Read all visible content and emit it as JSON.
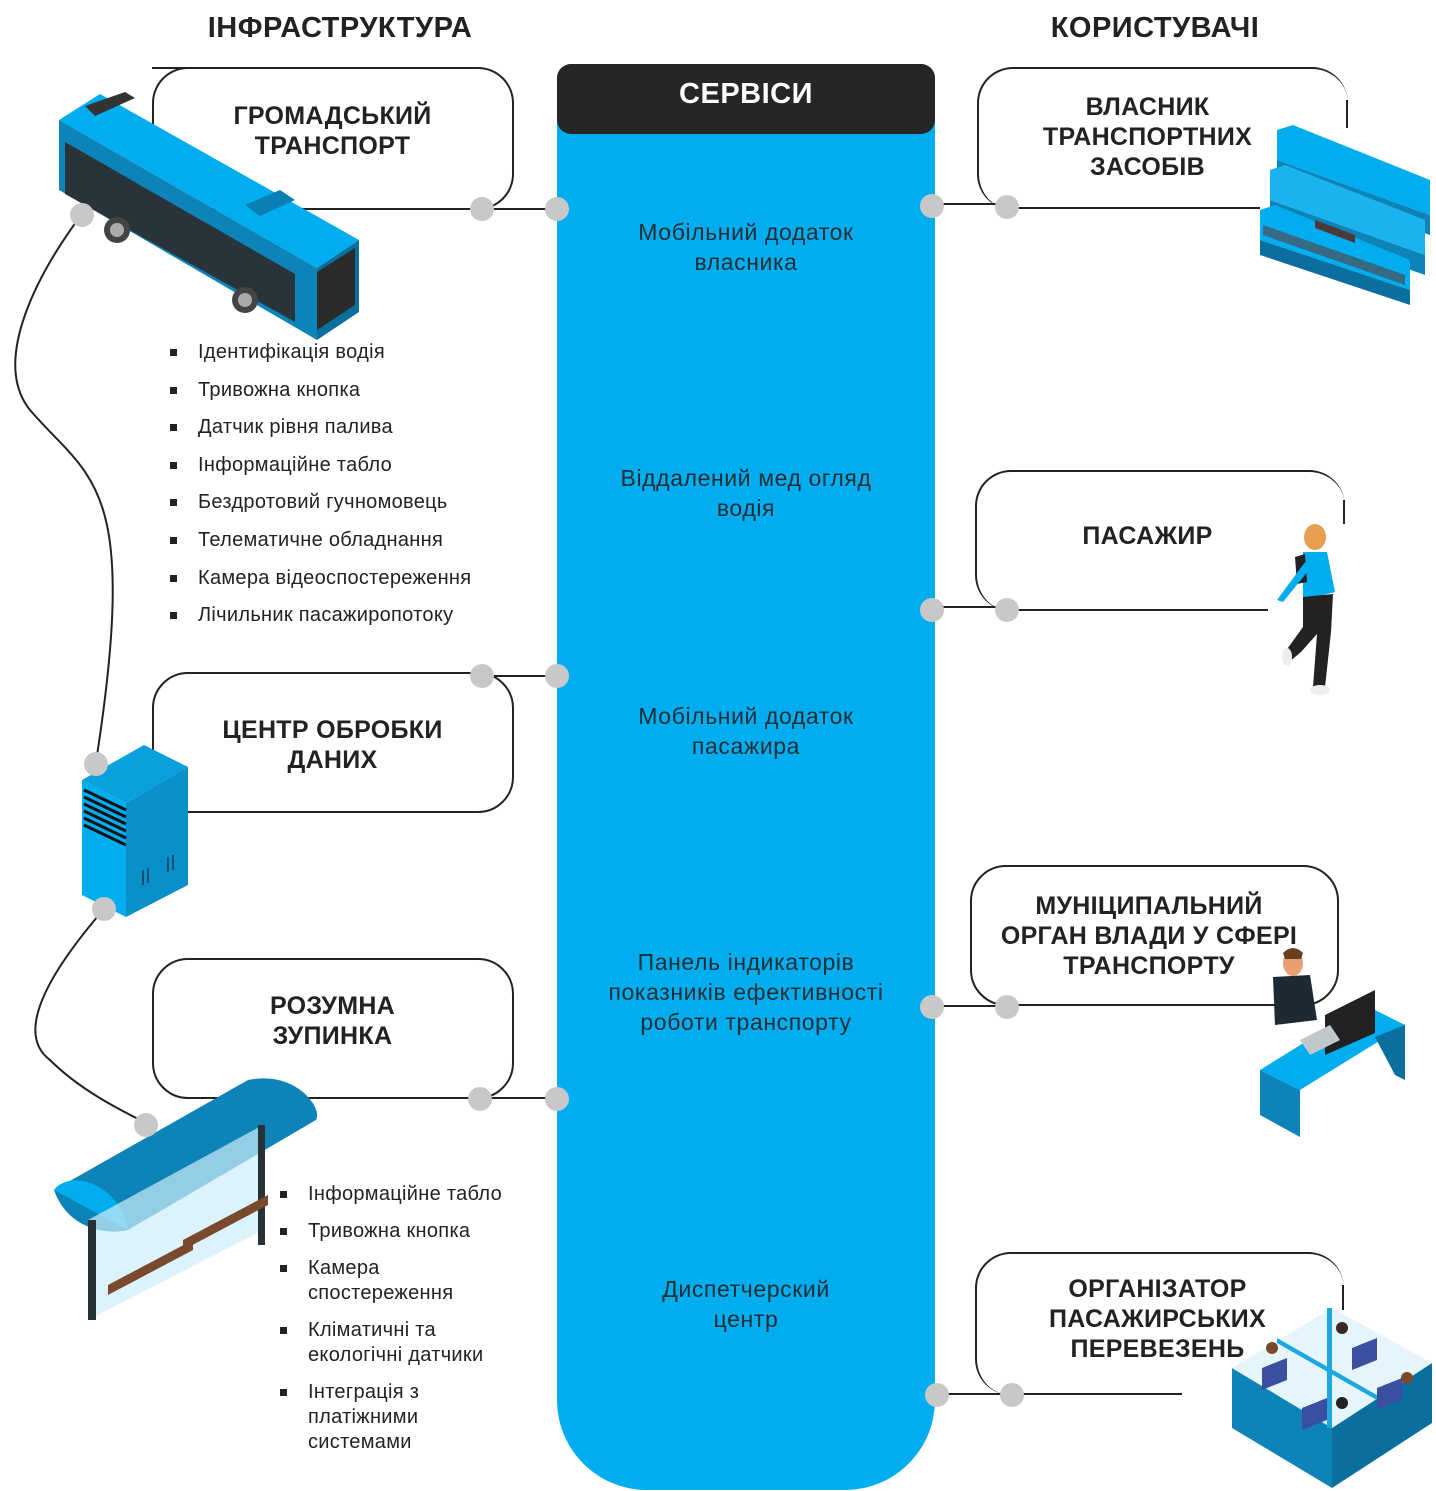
{
  "columns": {
    "infrastructure": "ІНФРАСТРУКТУРА",
    "services": "СЕРВІСИ",
    "users": "КОРИСТУВАЧІ"
  },
  "infrastructure": [
    {
      "id": "public-transport",
      "title": [
        "ГРОМАДСЬКИЙ",
        "ТРАНСПОРТ"
      ],
      "icon": "bus-icon",
      "features": [
        "Ідентифікація водія",
        "Тривожна кнопка",
        "Датчик рівня палива",
        "Інформаційне табло",
        "Бездротовий гучномовець",
        "Телематичне обладнання",
        "Камера відеоспостереження",
        "Лічильник пасажиропотоку"
      ]
    },
    {
      "id": "data-center",
      "title": [
        "ЦЕНТР ОБРОБКИ",
        "ДАНИХ"
      ],
      "icon": "server-icon",
      "features": []
    },
    {
      "id": "smart-stop",
      "title": [
        "РОЗУМНА",
        "ЗУПИНКА"
      ],
      "icon": "bus-stop-icon",
      "features": [
        [
          "Інформаційне табло"
        ],
        [
          "Тривожна кнопка"
        ],
        [
          "Камера",
          "спостереження"
        ],
        [
          "Кліматичні та",
          "екологічні датчики"
        ],
        [
          "Інтеграція з",
          "платіжними",
          "системами"
        ]
      ]
    }
  ],
  "services": [
    [
      "Мобільний додаток",
      "власника"
    ],
    [
      "Віддалений мед огляд",
      "водія"
    ],
    [
      "Мобільний додаток",
      "пасажира"
    ],
    [
      "Панель індикаторів",
      "показників ефективності",
      "роботи транспорту"
    ],
    [
      "Диспетчерский",
      "центр"
    ]
  ],
  "users": [
    {
      "id": "vehicle-owner",
      "title": [
        "ВЛАСНИК",
        "ТРАНСПОРТНИХ",
        "ЗАСОБІВ"
      ],
      "icon": "trams-icon"
    },
    {
      "id": "passenger",
      "title": [
        "ПАСАЖИР"
      ],
      "icon": "walking-person-icon"
    },
    {
      "id": "municipal-authority",
      "title": [
        "МУНІЦИПАЛЬНИЙ",
        "ОРГАН ВЛАДИ У СФЕРІ",
        "ТРАНСПОРТУ"
      ],
      "icon": "office-worker-icon"
    },
    {
      "id": "transport-organizer",
      "title": [
        "ОРГАНІЗАТОР",
        "ПАСАЖИРСЬКИХ",
        "ПЕРЕВЕЗЕНЬ"
      ],
      "icon": "dispatch-cubicles-icon"
    }
  ],
  "colors": {
    "accent_blue": "#00aeef",
    "header_dark": "#262626",
    "connector_dot": "#c8c8c8",
    "text_dark": "#222222"
  }
}
